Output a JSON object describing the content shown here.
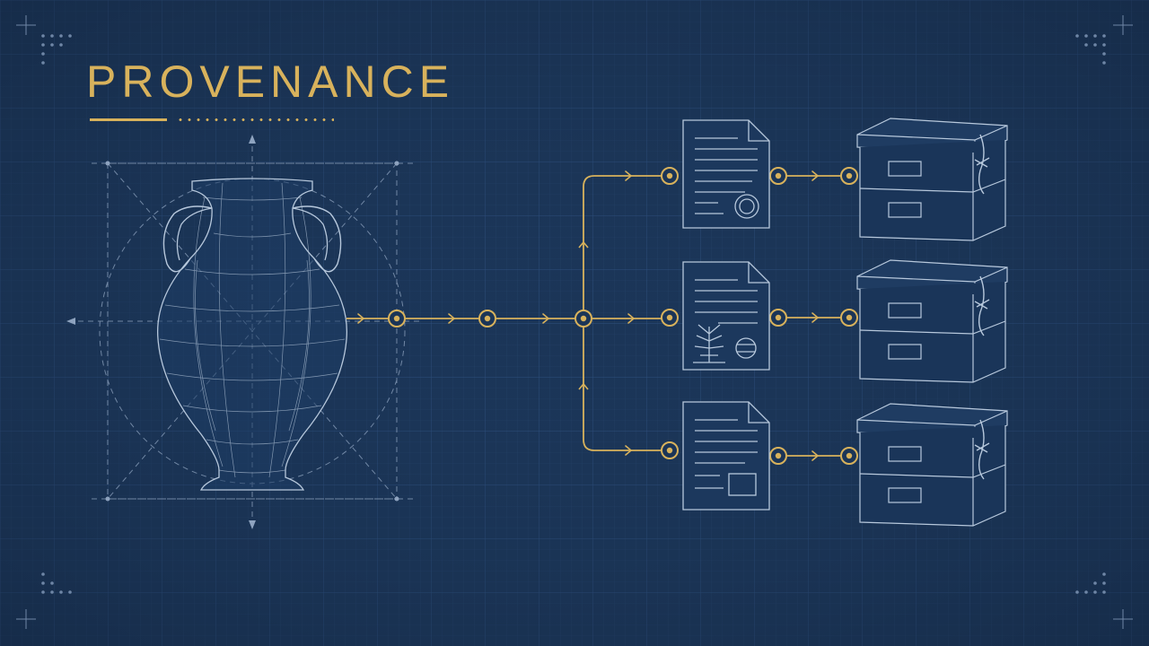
{
  "title": "PROVENANCE",
  "colors": {
    "background": "#1b3557",
    "grid": "#2b4a73",
    "line": "#b7c8dc",
    "accent": "#d8b25c"
  },
  "nodes": [
    {
      "id": "artifact",
      "icon": "amphora-icon"
    },
    {
      "id": "document-1",
      "icon": "sealed-certificate-icon"
    },
    {
      "id": "document-2",
      "icon": "botanical-document-icon"
    },
    {
      "id": "document-3",
      "icon": "form-document-icon"
    },
    {
      "id": "archive-1",
      "icon": "archive-boxes-icon"
    },
    {
      "id": "archive-2",
      "icon": "archive-boxes-icon"
    },
    {
      "id": "archive-3",
      "icon": "archive-boxes-icon"
    }
  ],
  "edges": [
    {
      "from": "artifact",
      "to": "document-1"
    },
    {
      "from": "artifact",
      "to": "document-2"
    },
    {
      "from": "artifact",
      "to": "document-3"
    },
    {
      "from": "document-1",
      "to": "archive-1"
    },
    {
      "from": "document-2",
      "to": "archive-2"
    },
    {
      "from": "document-3",
      "to": "archive-3"
    }
  ]
}
